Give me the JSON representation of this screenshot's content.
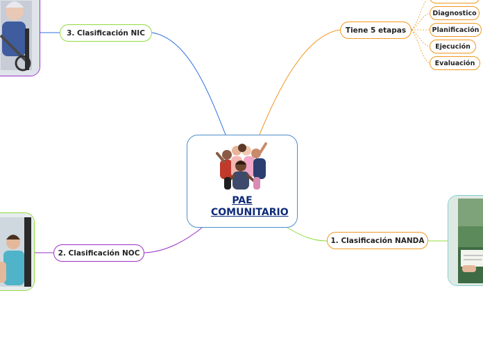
{
  "central": {
    "title": "PAE COMUNITARIO",
    "image_icon": "people-group-illustration"
  },
  "branches": {
    "nic": {
      "label": "3. Clasificación NIC",
      "color": "#2d6fe0"
    },
    "noc": {
      "label": "2. Clasificación NOC",
      "color": "#9b2fc9"
    },
    "etapas": {
      "label": "Tiene 5 etapas",
      "color": "#f0961e"
    },
    "nanda": {
      "label": "1. Clasificación NANDA",
      "color": "#8fdc3c"
    }
  },
  "etapas_items": [
    "",
    "Diagnostico",
    "Planificación",
    "Ejecución",
    "Evaluación"
  ],
  "images": {
    "nic_image": {
      "icon": "elderly-person-wheelchair-photo",
      "border": "#9b2fc9"
    },
    "noc_image": {
      "icon": "nurse-patient-photo",
      "border": "#8fdc3c"
    },
    "nanda_image": {
      "icon": "nurse-writing-notes-photo",
      "border": "#7ecfd0"
    }
  }
}
